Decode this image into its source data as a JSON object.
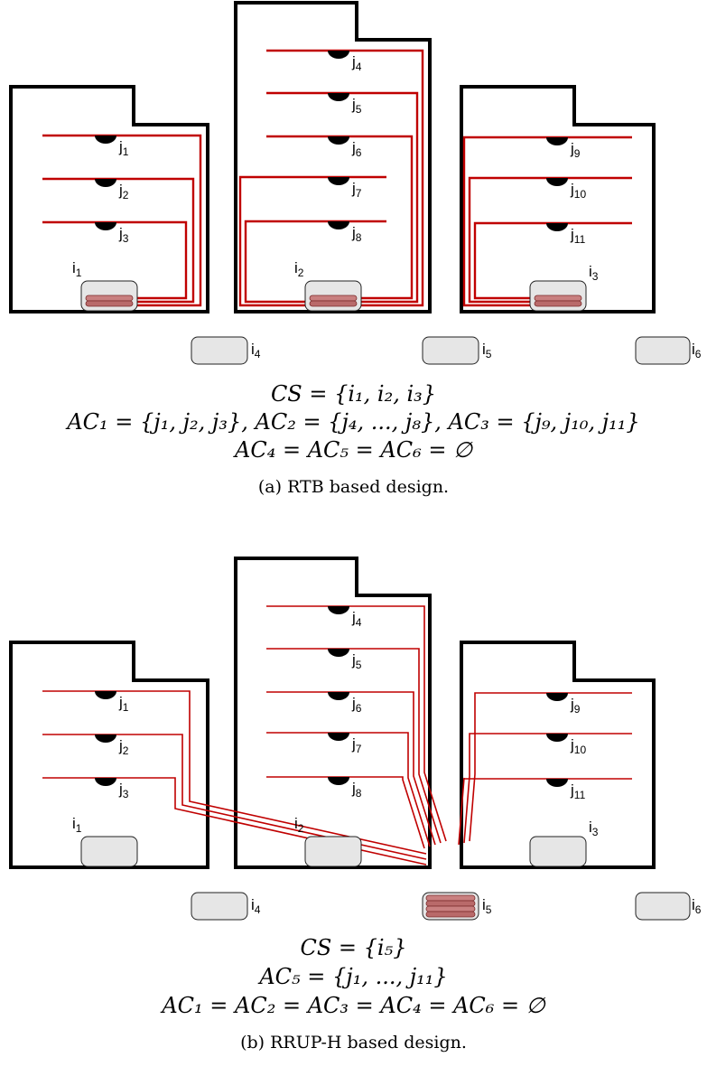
{
  "panel_a": {
    "equations": [
      "CS = {i₁, i₂, i₃}",
      "AC₁ = {j₁, j₂, j₃}, AC₂ = {j₄, ..., j₈}, AC₃ = {j₉, j₁₀, j₁₁}",
      "AC₄ = AC₅ = AC₆ = ∅"
    ],
    "caption": "(a) RTB based design."
  },
  "panel_b": {
    "equations": [
      "CS = {i₅}",
      "AC₅ = {j₁, ..., j₁₁}",
      "AC₁ = AC₂ = AC₃ = AC₄ = AC₆ = ∅"
    ],
    "caption": "(b) RRUP-H based design."
  },
  "labels": {
    "i1": "i",
    "i1_sub": "1",
    "i2": "i",
    "i2_sub": "2",
    "i3": "i",
    "i3_sub": "3",
    "i4": "i",
    "i4_sub": "4",
    "i5": "i",
    "i5_sub": "5",
    "i6": "i",
    "i6_sub": "6",
    "j": "j",
    "j_subs": [
      "1",
      "2",
      "3",
      "4",
      "5",
      "6",
      "7",
      "8",
      "9",
      "10",
      "11"
    ]
  },
  "colors": {
    "fiber": "#c00000",
    "wall": "#000000",
    "site": "#e6e6e6",
    "rrh": "#c98080"
  }
}
